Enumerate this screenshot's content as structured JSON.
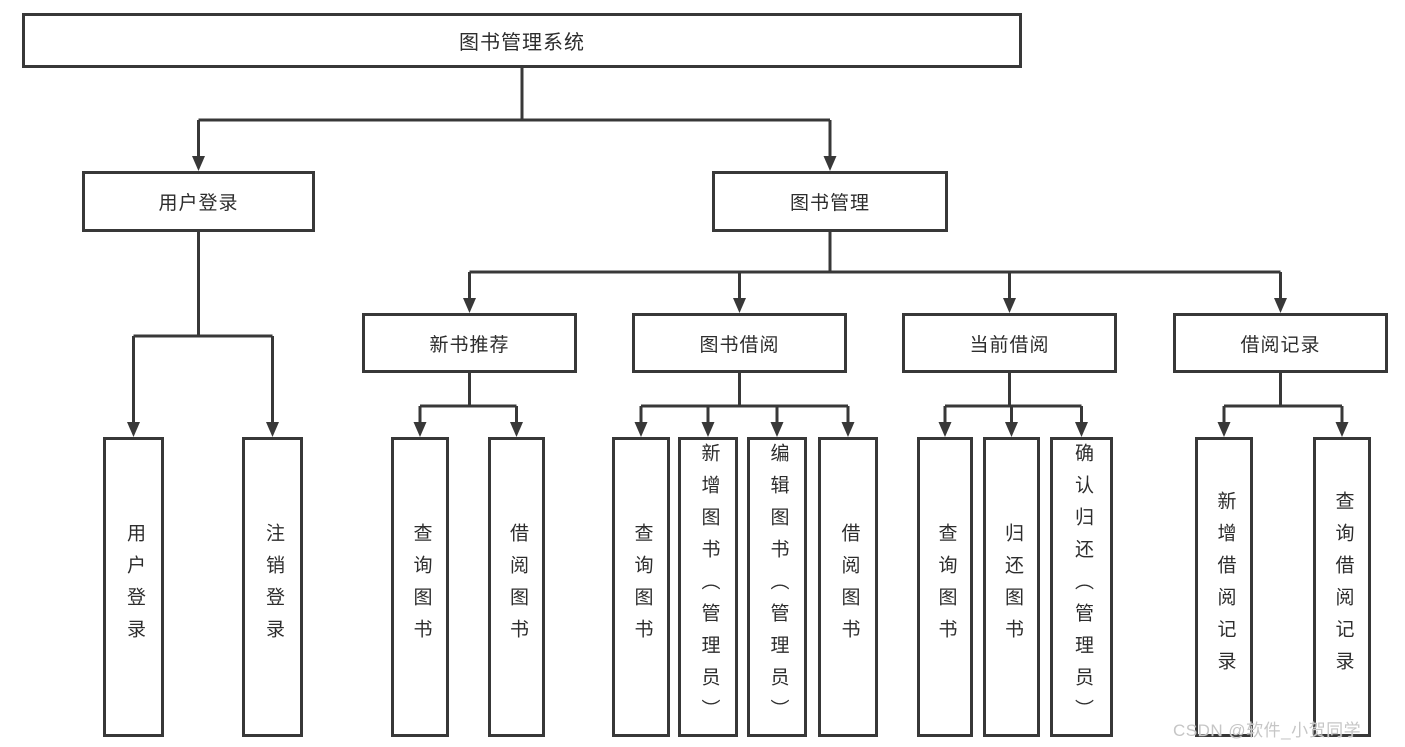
{
  "diagram": {
    "stroke_color": "#383838",
    "background_color": "#ffffff",
    "root": {
      "label": "图书管理系统"
    },
    "level2": [
      {
        "label": "用户登录"
      },
      {
        "label": "图书管理"
      }
    ],
    "level3": [
      {
        "label": "新书推荐"
      },
      {
        "label": "图书借阅"
      },
      {
        "label": "当前借阅"
      },
      {
        "label": "借阅记录"
      }
    ],
    "leaves": {
      "user_login": [
        "用户登录",
        "注销登录"
      ],
      "new_books": [
        "查询图书",
        "借阅图书"
      ],
      "book_borrow": [
        "查询图书",
        "新增图书（管理员）",
        "编辑图书（管理员）",
        "借阅图书"
      ],
      "current_borrow": [
        "查询图书",
        "归还图书",
        "确认归还（管理员）"
      ],
      "borrow_records": [
        "新增借阅记录",
        "查询借阅记录"
      ]
    }
  },
  "watermark": {
    "text": "CSDN @软件_小贺同学"
  }
}
